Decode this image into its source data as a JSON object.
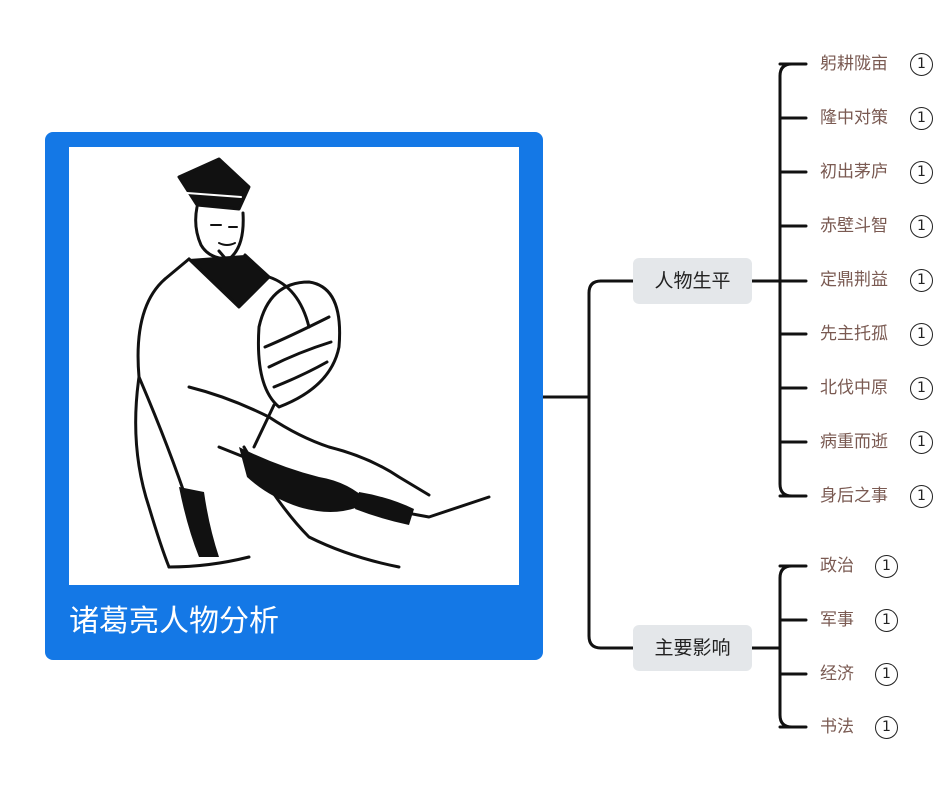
{
  "root": {
    "title": "诸葛亮人物分析"
  },
  "branches": [
    {
      "label": "人物生平",
      "leaves": [
        {
          "label": "躬耕陇亩",
          "count": "1"
        },
        {
          "label": "隆中对策",
          "count": "1"
        },
        {
          "label": "初出茅庐",
          "count": "1"
        },
        {
          "label": "赤壁斗智",
          "count": "1"
        },
        {
          "label": "定鼎荆益",
          "count": "1"
        },
        {
          "label": "先主托孤",
          "count": "1"
        },
        {
          "label": "北伐中原",
          "count": "1"
        },
        {
          "label": "病重而逝",
          "count": "1"
        },
        {
          "label": "身后之事",
          "count": "1"
        }
      ]
    },
    {
      "label": "主要影响",
      "leaves": [
        {
          "label": "政治",
          "count": "1"
        },
        {
          "label": "军事",
          "count": "1"
        },
        {
          "label": "经济",
          "count": "1"
        },
        {
          "label": "书法",
          "count": "1"
        }
      ]
    }
  ],
  "colors": {
    "root_background": "#1478e6",
    "branch_background": "#e4e7ea",
    "leaf_text": "#7a5a52",
    "connector": "#111111"
  }
}
